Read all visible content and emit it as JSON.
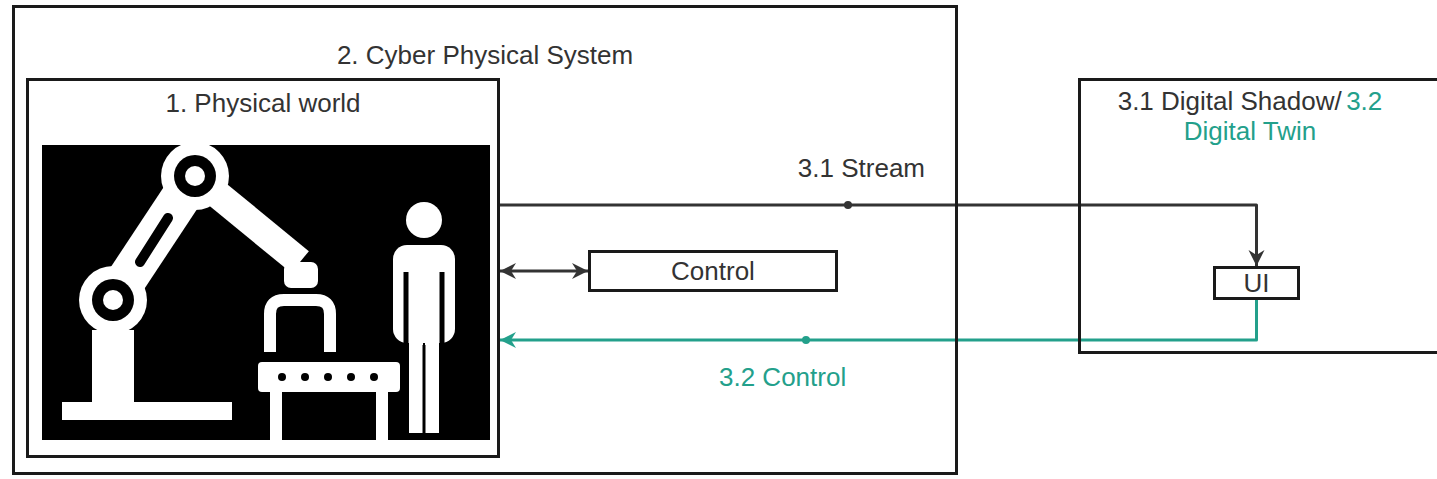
{
  "diagram": {
    "nodes": [
      {
        "text": [
          "2. Cyber Physical System"
        ]
      },
      {
        "text": [
          "1. Physical world"
        ],
        "in": 0
      },
      {
        "text": [
          "Control"
        ],
        "in": 0
      },
      {
        "text": [
          "3.1 Digital Shadow/",
          "3.2 Digital Twin"
        ]
      },
      {
        "text": [
          "UI"
        ],
        "in": 3
      }
    ],
    "edges": [
      {
        "from": 1,
        "to": 4,
        "label": "3.1 Stream",
        "arrow": "to"
      },
      {
        "from": 1,
        "to": 2,
        "arrow": "both"
      },
      {
        "from": 4,
        "to": 1,
        "label": "3.2 Control",
        "arrow": "to"
      }
    ]
  }
}
